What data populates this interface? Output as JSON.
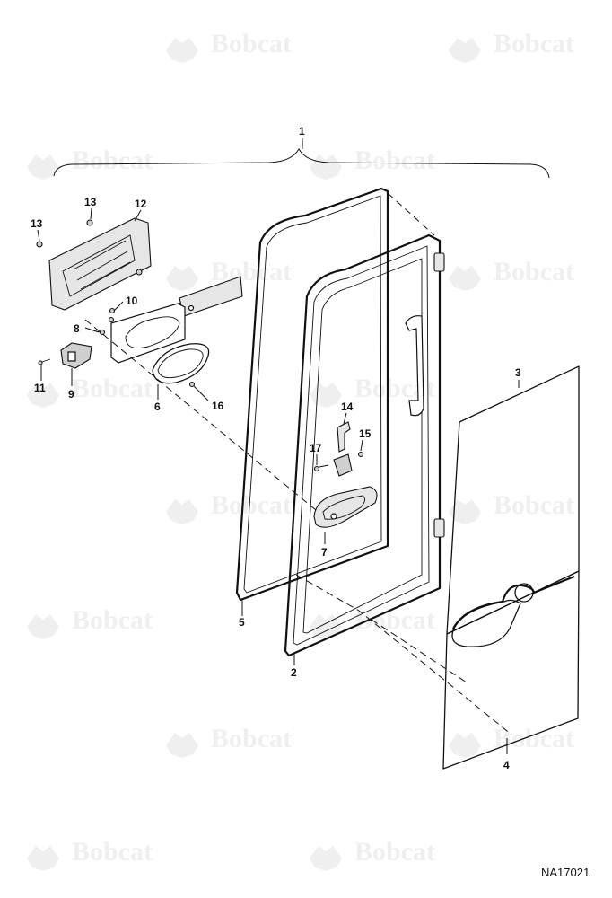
{
  "diagram": {
    "watermark_text": "Bobcat",
    "drawing_id": "NA17021",
    "callouts": [
      {
        "id": "c1",
        "label": "1"
      },
      {
        "id": "c2",
        "label": "2"
      },
      {
        "id": "c3",
        "label": "3"
      },
      {
        "id": "c4",
        "label": "4"
      },
      {
        "id": "c5",
        "label": "5"
      },
      {
        "id": "c6",
        "label": "6"
      },
      {
        "id": "c7",
        "label": "7"
      },
      {
        "id": "c8",
        "label": "8"
      },
      {
        "id": "c9",
        "label": "9"
      },
      {
        "id": "c10",
        "label": "10"
      },
      {
        "id": "c11",
        "label": "11"
      },
      {
        "id": "c12",
        "label": "12"
      },
      {
        "id": "c13a",
        "label": "13"
      },
      {
        "id": "c13b",
        "label": "13"
      },
      {
        "id": "c14",
        "label": "14"
      },
      {
        "id": "c15",
        "label": "15"
      },
      {
        "id": "c16",
        "label": "16"
      },
      {
        "id": "c17",
        "label": "17"
      }
    ]
  }
}
